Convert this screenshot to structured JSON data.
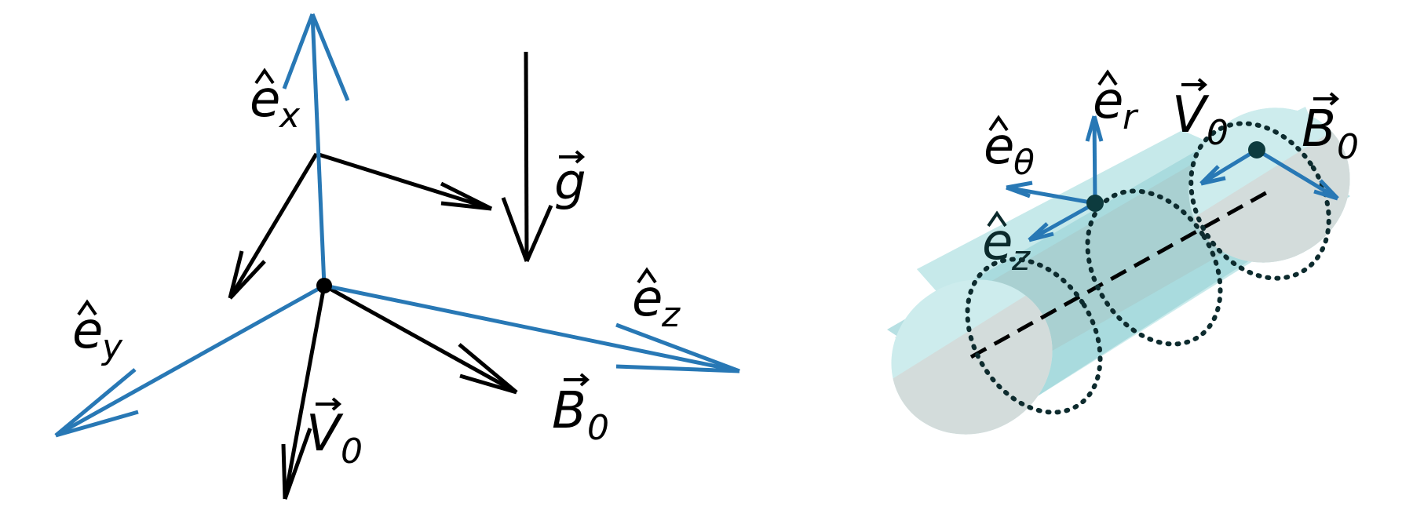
{
  "left_diagram": {
    "axes": {
      "ex": {
        "letter": "e",
        "sub": "x"
      },
      "ey": {
        "letter": "e",
        "sub": "y"
      },
      "ez": {
        "letter": "e",
        "sub": "z"
      }
    },
    "vectors": {
      "g": {
        "letter": "g",
        "sub": ""
      },
      "V0": {
        "letter": "V",
        "sub": "0"
      },
      "B0": {
        "letter": "B",
        "sub": "0"
      }
    }
  },
  "right_diagram": {
    "axes": {
      "er": {
        "letter": "e",
        "sub": "r"
      },
      "etheta": {
        "letter": "e",
        "sub": "θ"
      },
      "ez": {
        "letter": "e",
        "sub": "z"
      }
    },
    "vectors": {
      "V0": {
        "letter": "V",
        "sub": "0"
      },
      "B0": {
        "letter": "B",
        "sub": "0"
      }
    }
  },
  "colors": {
    "axis": "#2878b5",
    "vector": "#000000",
    "cylinder_light": "#cdeced",
    "cylinder_mid": "#9fd6d9",
    "cylinder_end": "#d3dcdb"
  }
}
